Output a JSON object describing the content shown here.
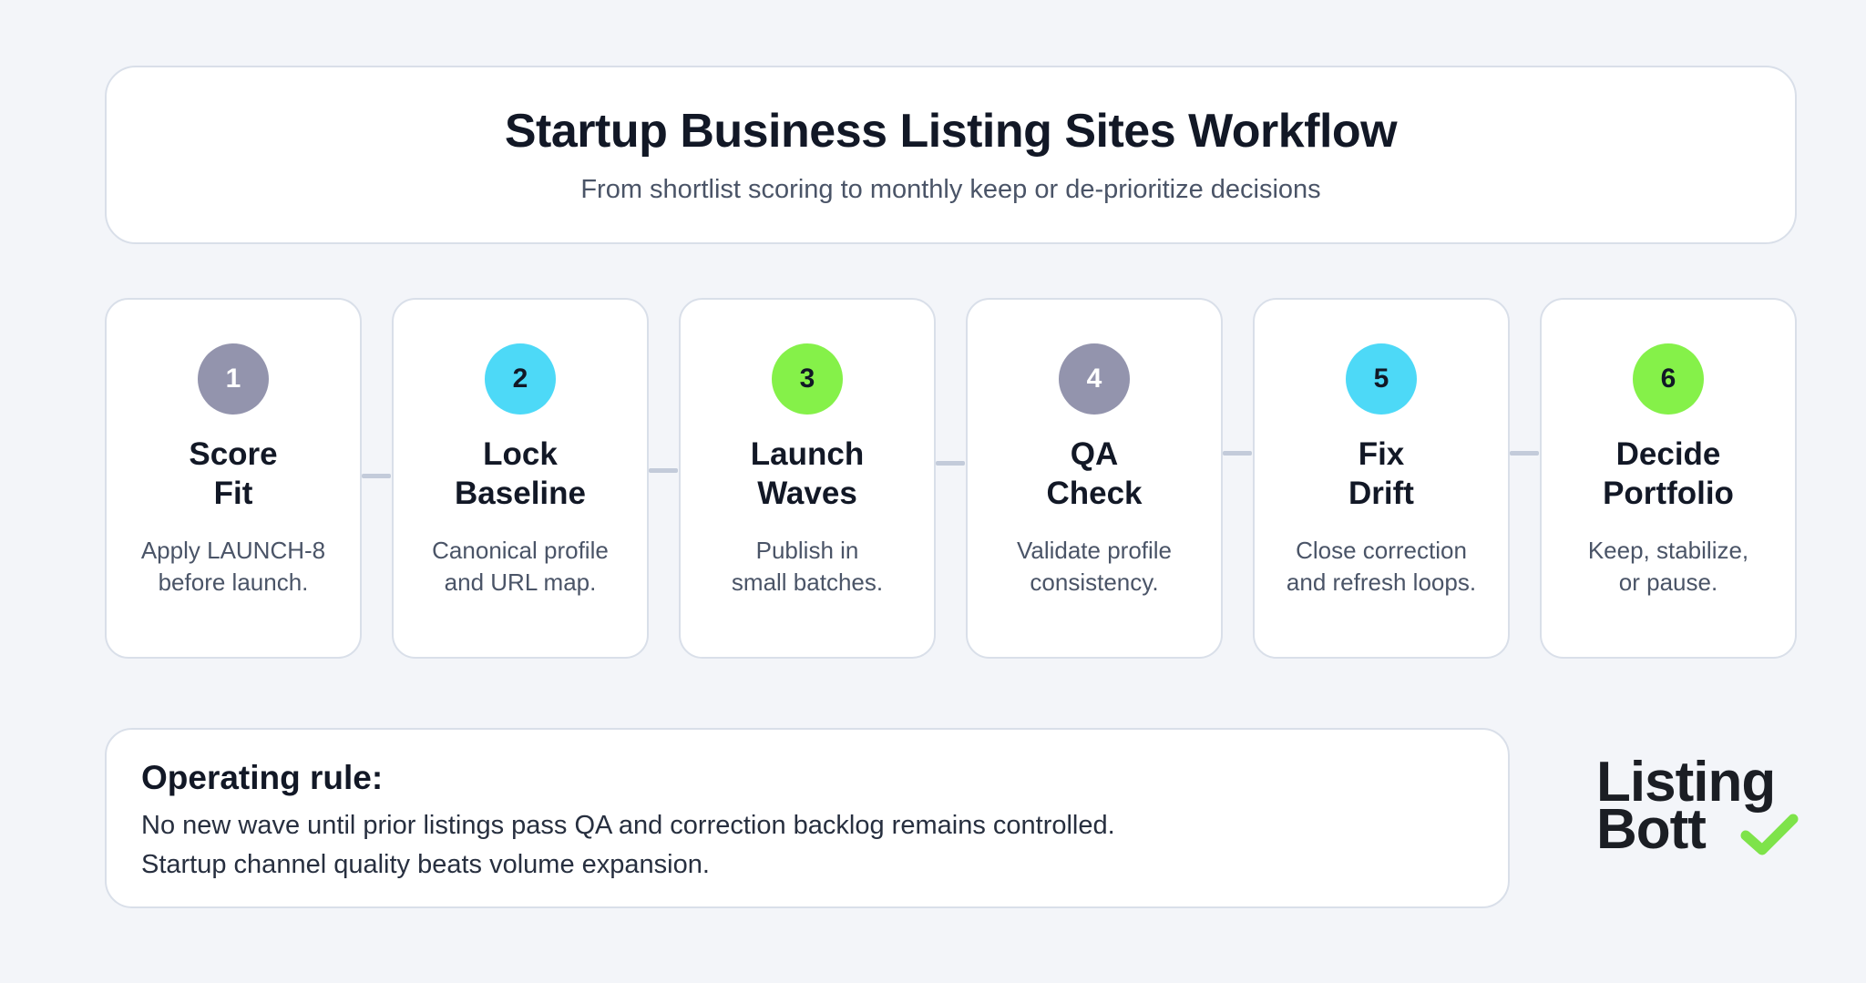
{
  "header": {
    "title": "Startup Business Listing Sites Workflow",
    "subtitle": "From shortlist scoring to monthly keep or de-prioritize decisions"
  },
  "colors": {
    "purple": "#9394ad",
    "cyan": "#4dd9f7",
    "green": "#85f149",
    "border": "#d9dfe9",
    "connector": "#c3cbda",
    "logo_check": "#7ee34a"
  },
  "steps": [
    {
      "number": "1",
      "title_1": "Score",
      "title_2": "Fit",
      "desc_1": "Apply LAUNCH-8",
      "desc_2": "before launch."
    },
    {
      "number": "2",
      "title_1": "Lock",
      "title_2": "Baseline",
      "desc_1": "Canonical profile",
      "desc_2": "and URL map."
    },
    {
      "number": "3",
      "title_1": "Launch",
      "title_2": "Waves",
      "desc_1": "Publish in",
      "desc_2": "small batches."
    },
    {
      "number": "4",
      "title_1": "QA",
      "title_2": "Check",
      "desc_1": "Validate profile",
      "desc_2": "consistency."
    },
    {
      "number": "5",
      "title_1": "Fix",
      "title_2": "Drift",
      "desc_1": "Close correction",
      "desc_2": "and refresh loops."
    },
    {
      "number": "6",
      "title_1": "Decide",
      "title_2": "Portfolio",
      "desc_1": "Keep, stabilize,",
      "desc_2": "or pause."
    }
  ],
  "rule": {
    "title": "Operating rule:",
    "line_1": "No new wave until prior listings pass QA and correction backlog remains controlled.",
    "line_2": "Startup channel quality beats volume expansion."
  },
  "logo": {
    "line_1": "Listing",
    "line_2": "Bott",
    "check_icon": "check-icon"
  }
}
